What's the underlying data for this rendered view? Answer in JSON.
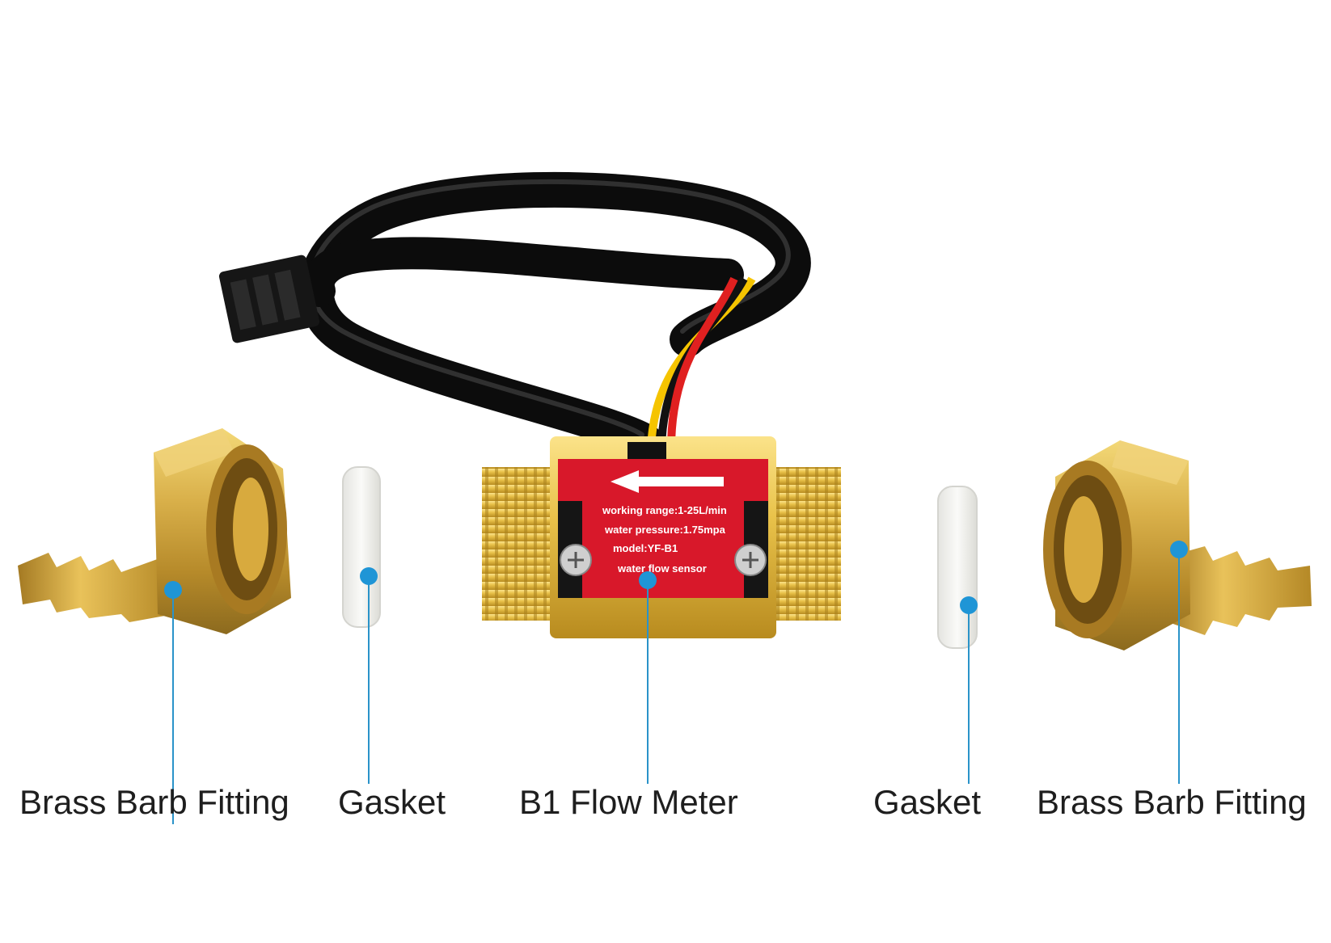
{
  "colors": {
    "callout_line": "#2a93c9",
    "callout_dot": "#1f95d6",
    "label_text": "#1e1e1e",
    "brass": "#c9a43c",
    "brass_bright": "#e6c04c",
    "sensor_plate": "#d8182a",
    "cable": "#111111",
    "gasket": "#f1f1ee"
  },
  "sensor_plate": {
    "line1": "working range:1-25L/min",
    "line2": "water  pressure:1.75mpa",
    "line3": "model:YF-B1",
    "line4": "water flow sensor"
  },
  "callouts": [
    {
      "id": "left-fitting",
      "label": "Brass Barb Fitting"
    },
    {
      "id": "left-gasket",
      "label": "Gasket"
    },
    {
      "id": "flow-meter",
      "label": "B1 Flow Meter"
    },
    {
      "id": "right-gasket",
      "label": "Gasket"
    },
    {
      "id": "right-fitting",
      "label": "Brass Barb Fitting"
    }
  ]
}
